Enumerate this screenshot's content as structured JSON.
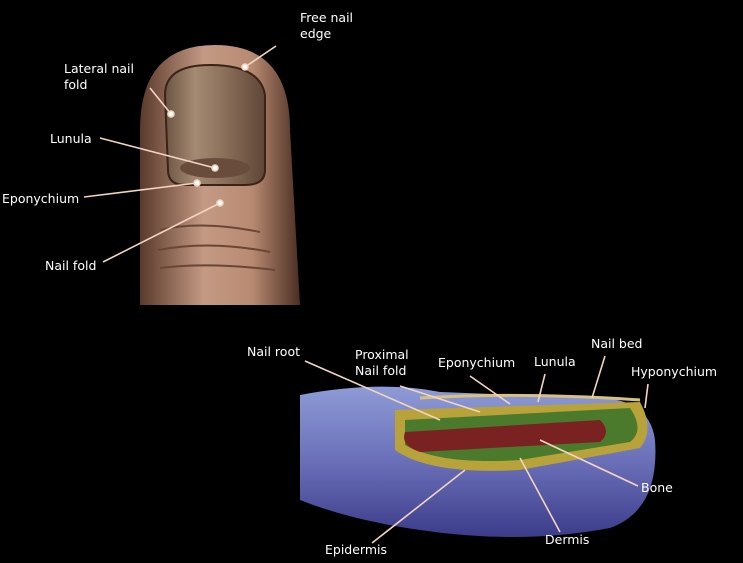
{
  "top_figure": {
    "labels": {
      "free_nail_edge": [
        "Free nail",
        "edge"
      ],
      "lateral_nail_fold": [
        "Lateral nail",
        "fold"
      ],
      "lunula": "Lunula",
      "eponychium": "Eponychium",
      "nail_fold": "Nail fold"
    }
  },
  "bottom_figure": {
    "labels": {
      "nail_root": "Nail root",
      "proximal_nail_fold": [
        "Proximal",
        "Nail fold"
      ],
      "eponychium": "Eponychium",
      "lunula": "Lunula",
      "nail_bed": "Nail bed",
      "hyponychium": "Hyponychium",
      "bone": "Bone",
      "dermis": "Dermis",
      "epidermis": "Epidermis"
    }
  }
}
